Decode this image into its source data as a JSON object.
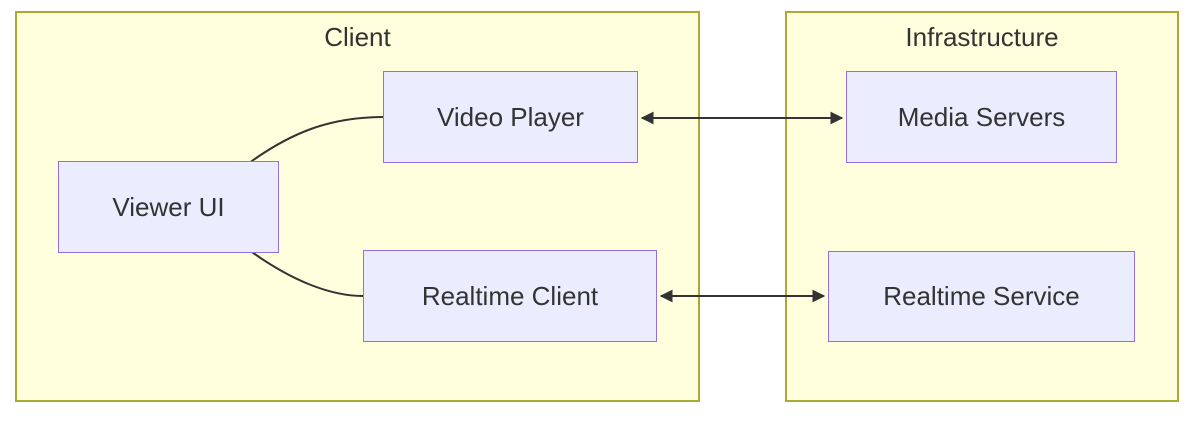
{
  "diagram": {
    "type": "flowchart",
    "direction": "left-to-right",
    "colors": {
      "background": "#ffffff",
      "cluster_fill": "#ffffde",
      "cluster_border": "#aaaa33",
      "node_fill": "#ececff",
      "node_border": "#9370db",
      "text": "#333333",
      "edge": "#333333"
    },
    "clusters": [
      {
        "id": "client",
        "title": "Client",
        "nodes": [
          "viewer_ui",
          "video_player",
          "realtime_client"
        ]
      },
      {
        "id": "infrastructure",
        "title": "Infrastructure",
        "nodes": [
          "media_servers",
          "realtime_service"
        ]
      }
    ],
    "nodes": {
      "viewer_ui": {
        "label": "Viewer UI"
      },
      "video_player": {
        "label": "Video Player"
      },
      "realtime_client": {
        "label": "Realtime Client"
      },
      "media_servers": {
        "label": "Media Servers"
      },
      "realtime_service": {
        "label": "Realtime Service"
      }
    },
    "edges": [
      {
        "from": "Viewer UI",
        "to": "Video Player",
        "style": "plain-curve"
      },
      {
        "from": "Viewer UI",
        "to": "Realtime Client",
        "style": "plain-curve"
      },
      {
        "from": "Video Player",
        "to": "Media Servers",
        "style": "bidirectional-arrow"
      },
      {
        "from": "Realtime Client",
        "to": "Realtime Service",
        "style": "bidirectional-arrow"
      }
    ]
  }
}
